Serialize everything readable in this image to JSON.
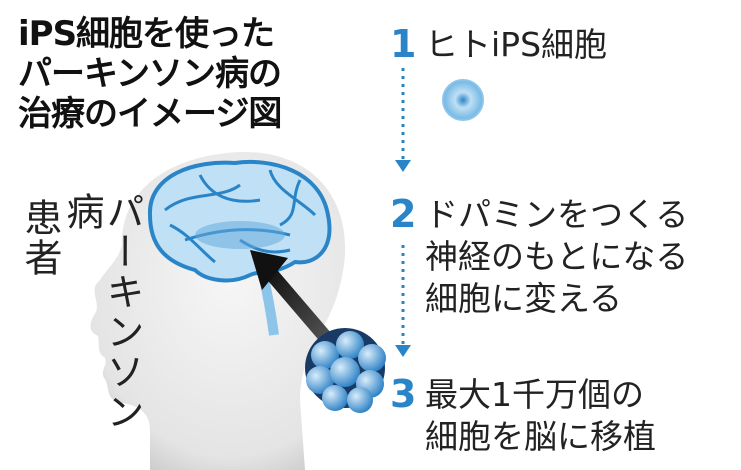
{
  "title": {
    "lines": [
      "iPS細胞を使った",
      "パーキンソン病の",
      "治療のイメージ図"
    ]
  },
  "patient_label": {
    "line1": "パーキンソン病",
    "line2": "患者"
  },
  "steps": [
    {
      "number": "1",
      "lines": [
        "ヒトiPS細胞"
      ]
    },
    {
      "number": "2",
      "lines": [
        "ドパミンをつくる",
        "神経のもとになる",
        "細胞に変える"
      ]
    },
    {
      "number": "3",
      "lines": [
        "最大1千万個の",
        "細胞を脳に移植"
      ]
    }
  ],
  "colors": {
    "accent": "#2a85c8",
    "brain": "#bfe0f5",
    "head": "#e6e6e6"
  }
}
